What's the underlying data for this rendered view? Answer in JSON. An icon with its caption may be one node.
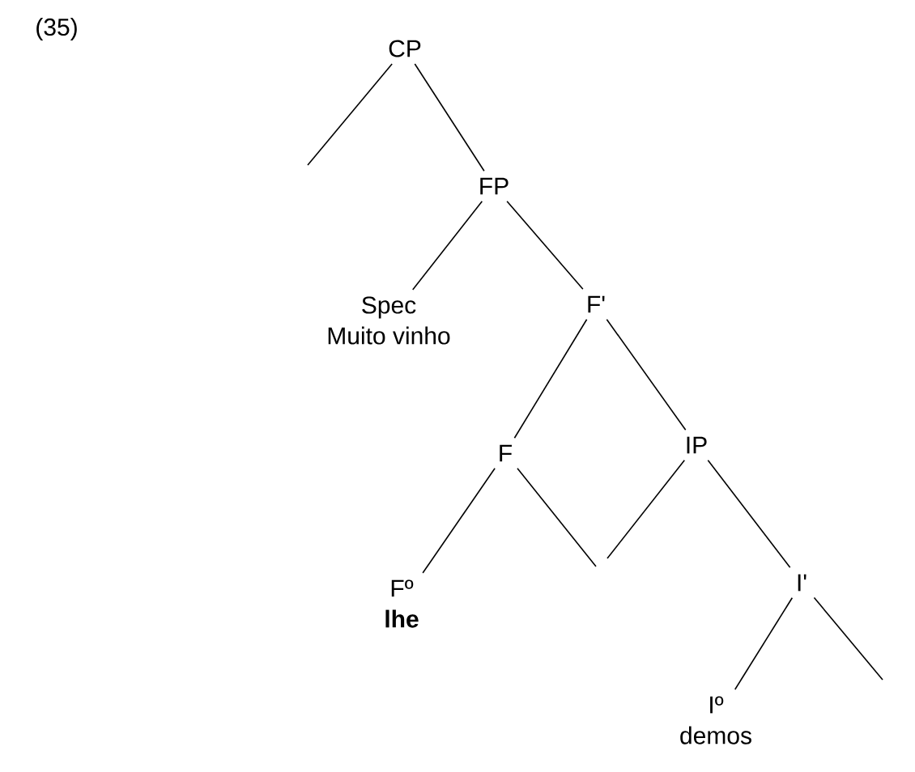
{
  "diagram": {
    "nodes": [
      {
        "text": [
          "CP"
        ]
      },
      {
        "text": [
          "FP"
        ]
      },
      {
        "text": [
          "Spec",
          "Muito vinho"
        ]
      },
      {
        "text": [
          "F'"
        ]
      },
      {
        "text": [
          "F"
        ]
      },
      {
        "text": [
          "IP"
        ]
      },
      {
        "text": [
          "Fº",
          "lhe"
        ]
      },
      {
        "text": [
          "I'"
        ]
      },
      {
        "text": [
          "Iº",
          "demos"
        ]
      }
    ],
    "edges": [
      {
        "from": 0,
        "to": null,
        "arrow": "none"
      },
      {
        "from": 0,
        "to": 1,
        "arrow": "none"
      },
      {
        "from": 1,
        "to": 2,
        "arrow": "none"
      },
      {
        "from": 1,
        "to": 3,
        "arrow": "none"
      },
      {
        "from": 3,
        "to": 4,
        "arrow": "none"
      },
      {
        "from": 3,
        "to": 5,
        "arrow": "none"
      },
      {
        "from": 4,
        "to": 6,
        "arrow": "none"
      },
      {
        "from": 4,
        "to": null,
        "arrow": "none"
      },
      {
        "from": 5,
        "to": null,
        "arrow": "none"
      },
      {
        "from": 5,
        "to": 7,
        "arrow": "none"
      },
      {
        "from": 7,
        "to": 8,
        "arrow": "none"
      },
      {
        "from": 7,
        "to": null,
        "arrow": "none"
      }
    ],
    "labels": [
      "(35)"
    ]
  }
}
